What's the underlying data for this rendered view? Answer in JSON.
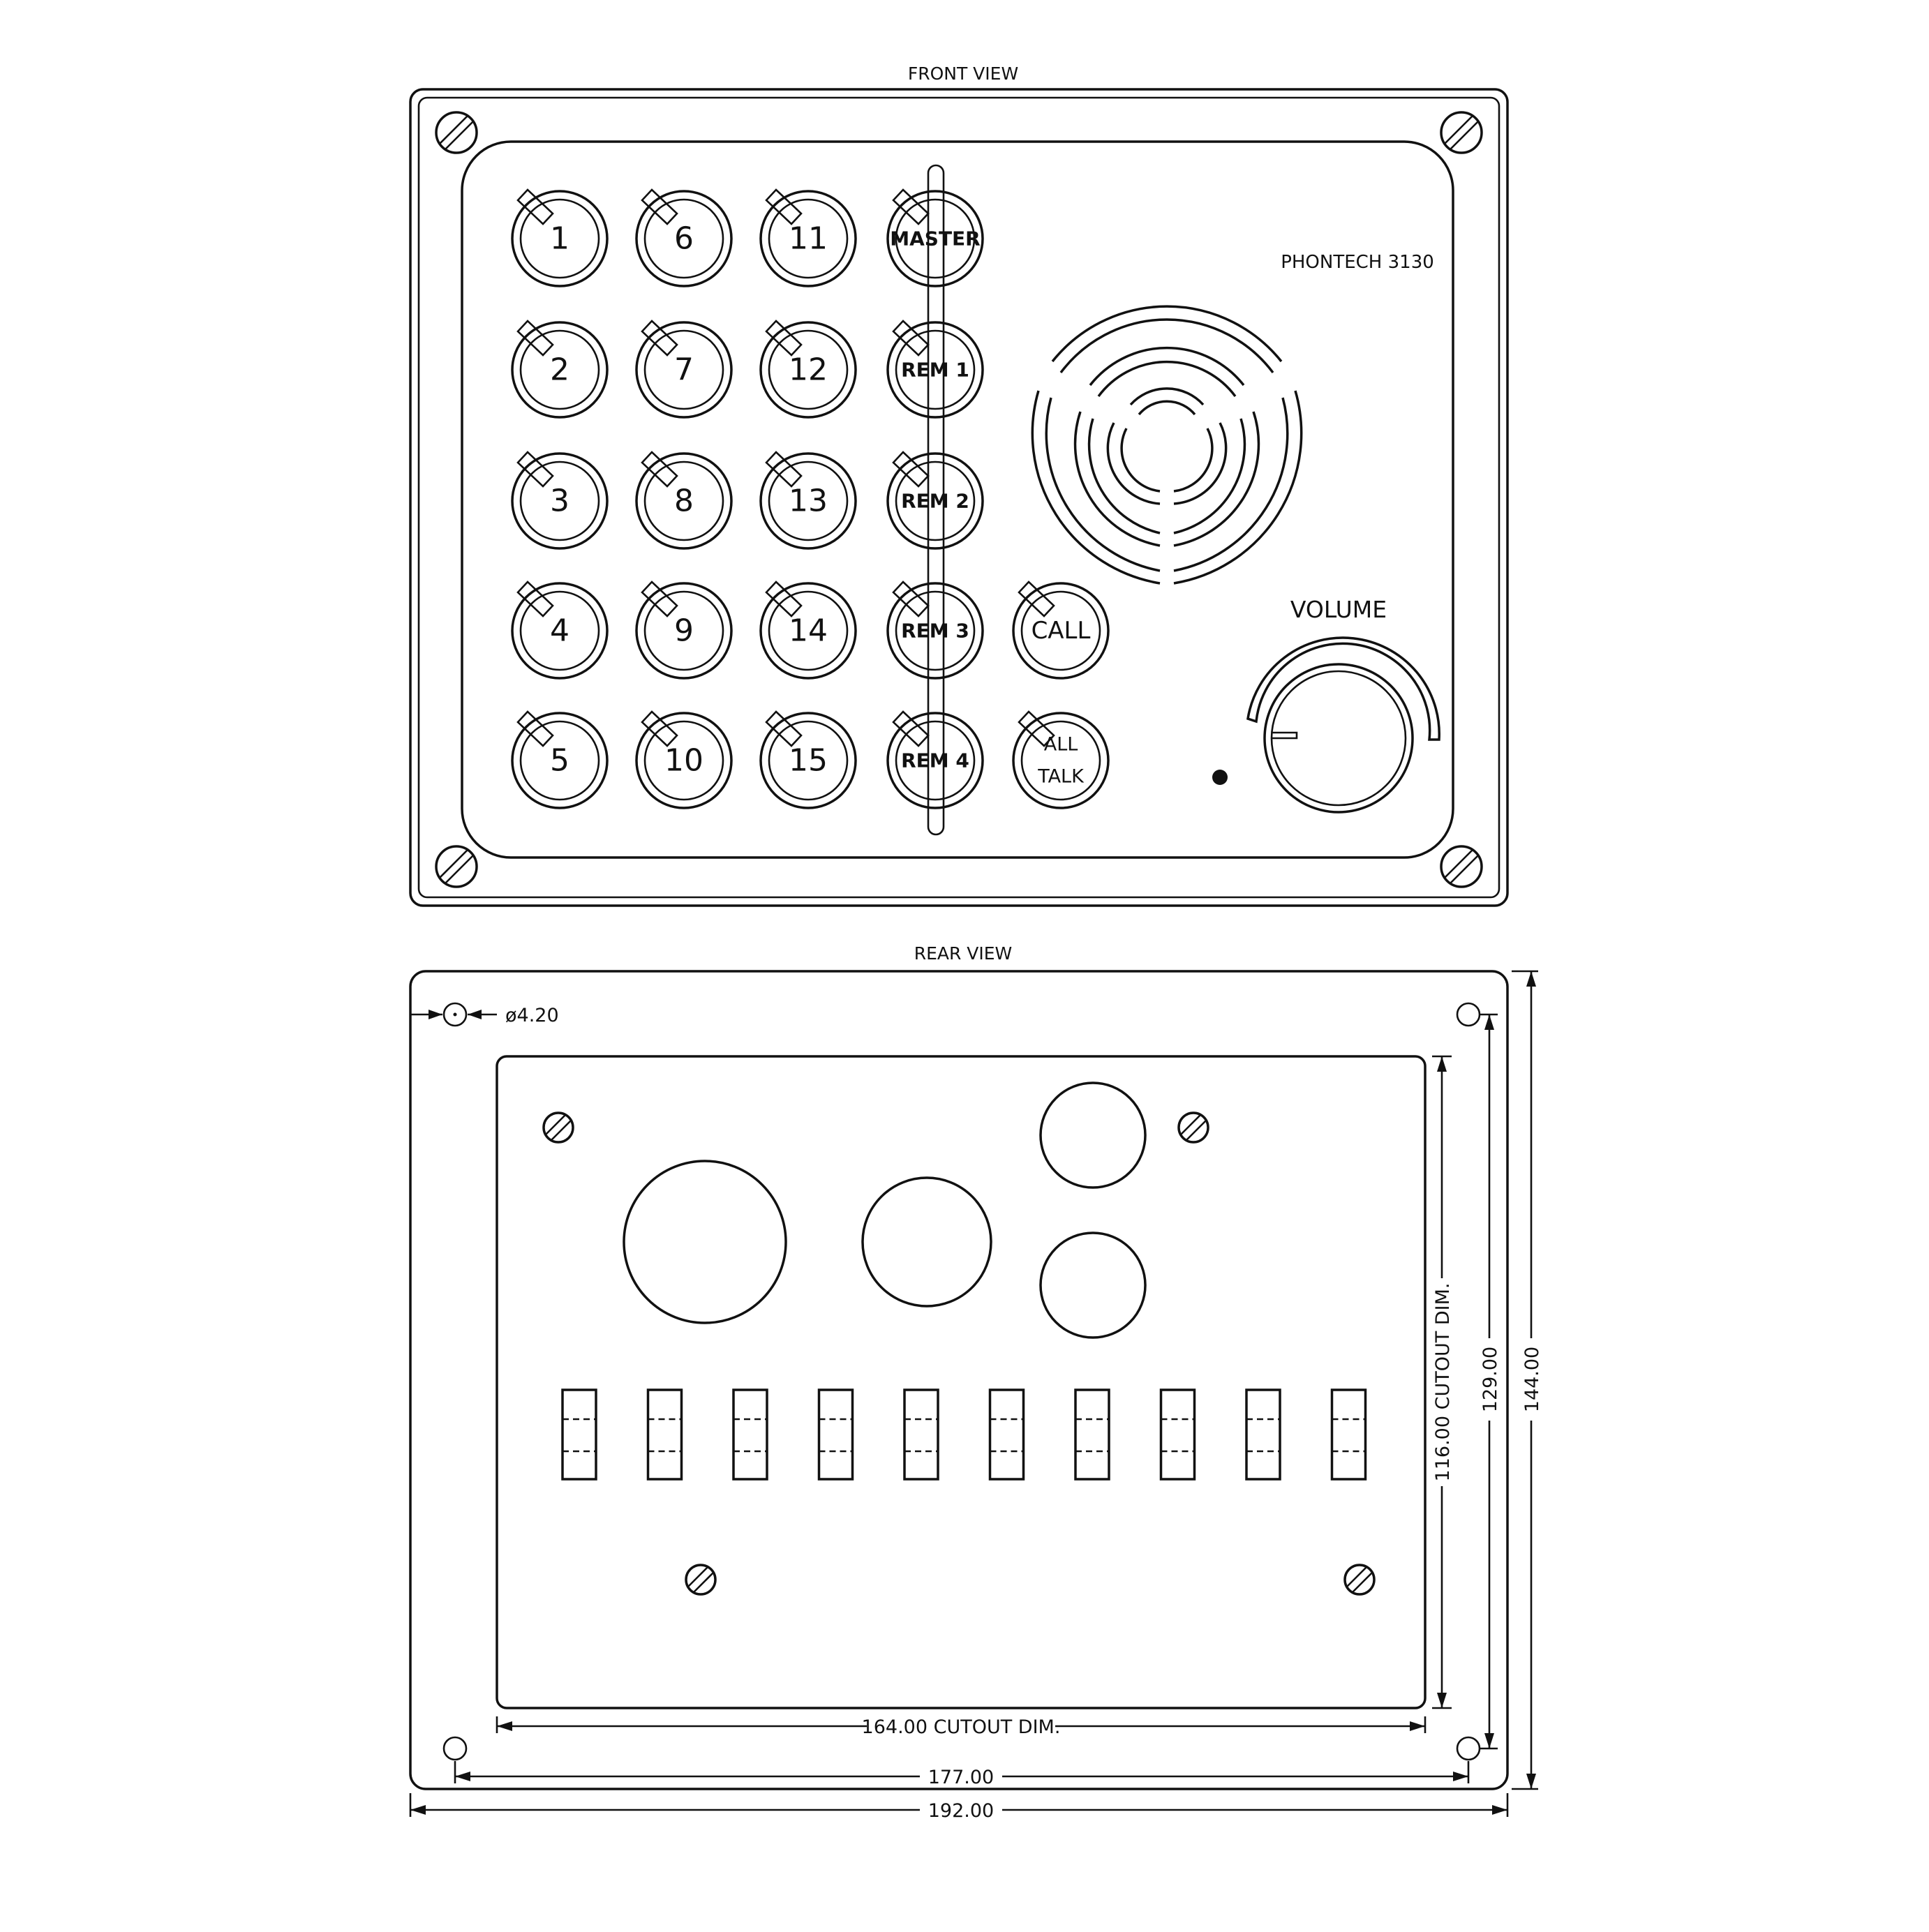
{
  "front_view": {
    "title": "FRONT VIEW",
    "model": "PHONTECH 3130",
    "volume_label": "VOLUME",
    "buttons": {
      "col1": [
        "1",
        "2",
        "3",
        "4",
        "5"
      ],
      "col2": [
        "6",
        "7",
        "8",
        "9",
        "10"
      ],
      "col3": [
        "11",
        "12",
        "13",
        "14",
        "15"
      ],
      "col4": [
        "MASTER",
        "REM 1",
        "REM 2",
        "REM 3",
        "REM 4"
      ],
      "call": "CALL",
      "all_talk": [
        "ALL",
        "TALK"
      ]
    }
  },
  "rear_view": {
    "title": "REAR VIEW",
    "hole_diameter": "ø4.20",
    "dim_cutout_width": "164.00 CUTOUT DIM.",
    "dim_hole_pitch_x": "177.00",
    "dim_overall_width": "192.00",
    "dim_cutout_height": "116.00 CUTOUT DIM.",
    "dim_hole_pitch_y": "129.00",
    "dim_overall_height": "144.00"
  }
}
